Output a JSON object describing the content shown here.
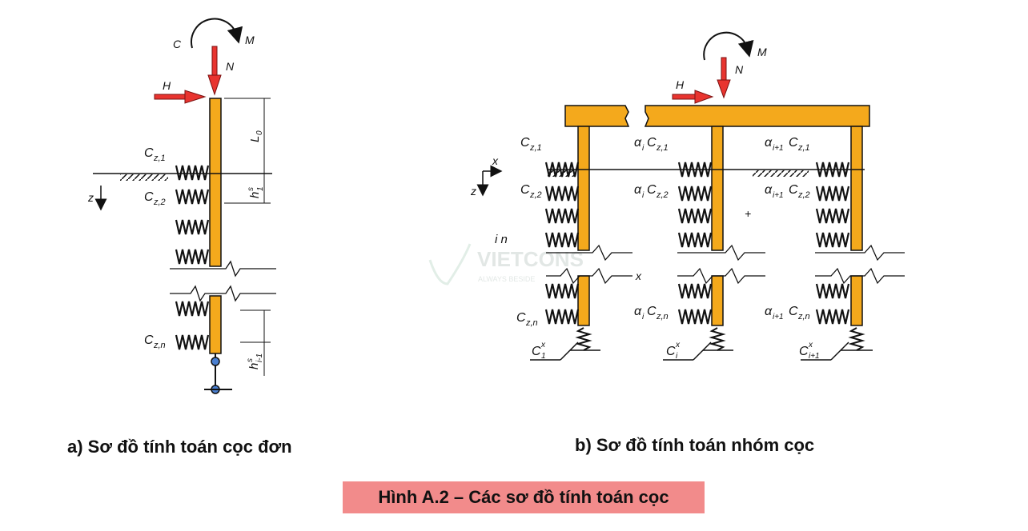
{
  "diagram_a": {
    "loads": {
      "moment": "M",
      "rotation": "C",
      "axial": "N",
      "horizontal": "H"
    },
    "springs": {
      "c1": "C",
      "c1_sub": "z,1",
      "c2": "C",
      "c2_sub": "z,2",
      "cn": "C",
      "cn_sub": "z,n"
    },
    "dims": {
      "l0": "L",
      "l0_sub": "0",
      "h1": "h",
      "h1_sup": "s",
      "h1_sub": "1",
      "hi": "h",
      "hi_sup": "s",
      "hi_sub": "i-1"
    },
    "axis_z": "z",
    "caption": "a) Sơ đồ tính toán cọc đơn"
  },
  "diagram_b": {
    "loads": {
      "moment": "M",
      "axial": "N",
      "horizontal": "H"
    },
    "axis_x": "x",
    "axis_z": "z",
    "in_label": "i n",
    "cut_x": "x",
    "pile1": {
      "c1": "C",
      "c1_sub": "z,1",
      "c2": "C",
      "c2_sub": "z,2",
      "cn": "C",
      "cn_sub": "z,n",
      "base": "C",
      "base_sup": "x",
      "base_sub": "1"
    },
    "pile2": {
      "alpha": "α",
      "alpha_sub": "i",
      "c1": "C",
      "c1_sub": "z,1",
      "c2": "C",
      "c2_sub": "z,2",
      "cn": "C",
      "cn_sub": "z,n",
      "base": "C",
      "base_sup": "x",
      "base_sub": "i"
    },
    "pile3": {
      "alpha": "α",
      "alpha_sub": "i+1",
      "c1": "C",
      "c1_sub": "z,1",
      "c2": "C",
      "c2_sub": "z,2",
      "cn": "C",
      "cn_sub": "z,n",
      "base": "C",
      "base_sup": "x",
      "base_sub": "i+1"
    },
    "plus": "+",
    "caption": "b) Sơ đồ tính toán nhóm cọc"
  },
  "watermark": {
    "name": "VIETCONS",
    "tagline": "ALWAYS BESIDE"
  },
  "figure_caption": "Hình A.2 – Các sơ đồ tính toán cọc",
  "colors": {
    "pile": "#f4a91c",
    "arrow": "#e8342f",
    "caption_bg": "#f28b8b"
  }
}
